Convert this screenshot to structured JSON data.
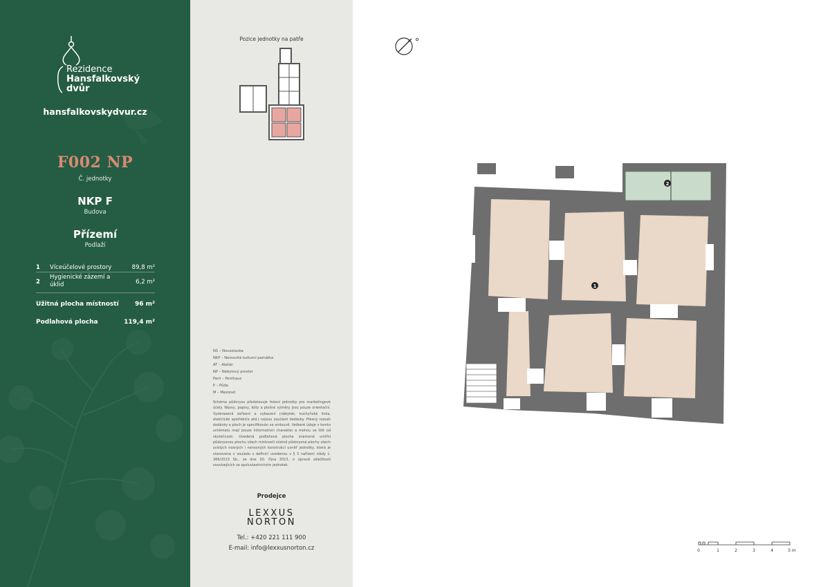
{
  "brand": {
    "name_line1": "Rezidence",
    "name_line2": "Hansfalkovský",
    "name_line3": "dvůr",
    "website": "hansfalkovskydvur.cz"
  },
  "unit": {
    "code": "F002 NP",
    "code_caption": "Č. jednotky",
    "building": "NKP F",
    "building_caption": "Budova",
    "floor": "Přízemí",
    "floor_caption": "Podlaží"
  },
  "rooms": [
    {
      "num": "1",
      "name": "Víceúčelové prostory",
      "area": "89,8 m²"
    },
    {
      "num": "2",
      "name": "Hygienické zázemí a úklid",
      "area": "6,2 m²"
    }
  ],
  "totals": {
    "usable_label": "Užitná plocha místností",
    "usable_value": "96 m²",
    "floor_label": "Podlahová plocha",
    "floor_value": "119,4 m²"
  },
  "position_title": "Pozice jednotky na patře",
  "legend": [
    "NS – Novostavba",
    "NKP – Nemovitá kulturní památka",
    "AT – Ateliér",
    "NP – Nebytový prostor",
    "Pent – Penthaus",
    "P – Půda",
    "M – Mezonet"
  ],
  "disclaimer": "Schéma půdorysu představuje řešení jednotky pro marketingové účely. Názvy, popisy, kóty a plošné výměry jsou pouze orientační. Vyobrazená zařízení a vybavení (nábytek, kuchyňská linka, elektrické spotřebiče atd.) nejsou součástí dodávky. Přesný rozsah dodávky a ploch je specifikován ve smlouvě. Veškeré údaje v tomto schématu mají pouze informativní charakter a mohou se lišit od skutečnosti. Uvedená podlahová plocha znamená vnitřní půdorysnou plochu všech místností včetně půdorysné plochy všech svislých nosných i nenosných konstrukcí uvnitř jednotky, která je stanovena v souladu s definicí uvedenou v § 3 nařízení vlády č. 366/2013 Sb., ze dne 30. října 2013, o úpravě záležitostí souvisejících se spoluvlastnictvím jednotek.",
  "seller": {
    "label": "Prodejce",
    "brand_line1": "LEXXUS",
    "brand_line2": "NORTON",
    "phone": "Tel.: +420 221 111 900",
    "email": "E-mail: info@lexxusnorton.cz"
  },
  "plan_labels": {
    "room1": "1",
    "room2": "2"
  },
  "scale_labels": [
    "0",
    "1",
    "2",
    "3",
    "4",
    "5 m"
  ],
  "colors": {
    "green": "#255c44",
    "accent": "#d98a73",
    "wall": "#6e6e6e",
    "room1_fill": "#ead8c8",
    "room2_fill": "#c9dccb",
    "middle_bg": "#e8e9e5"
  }
}
